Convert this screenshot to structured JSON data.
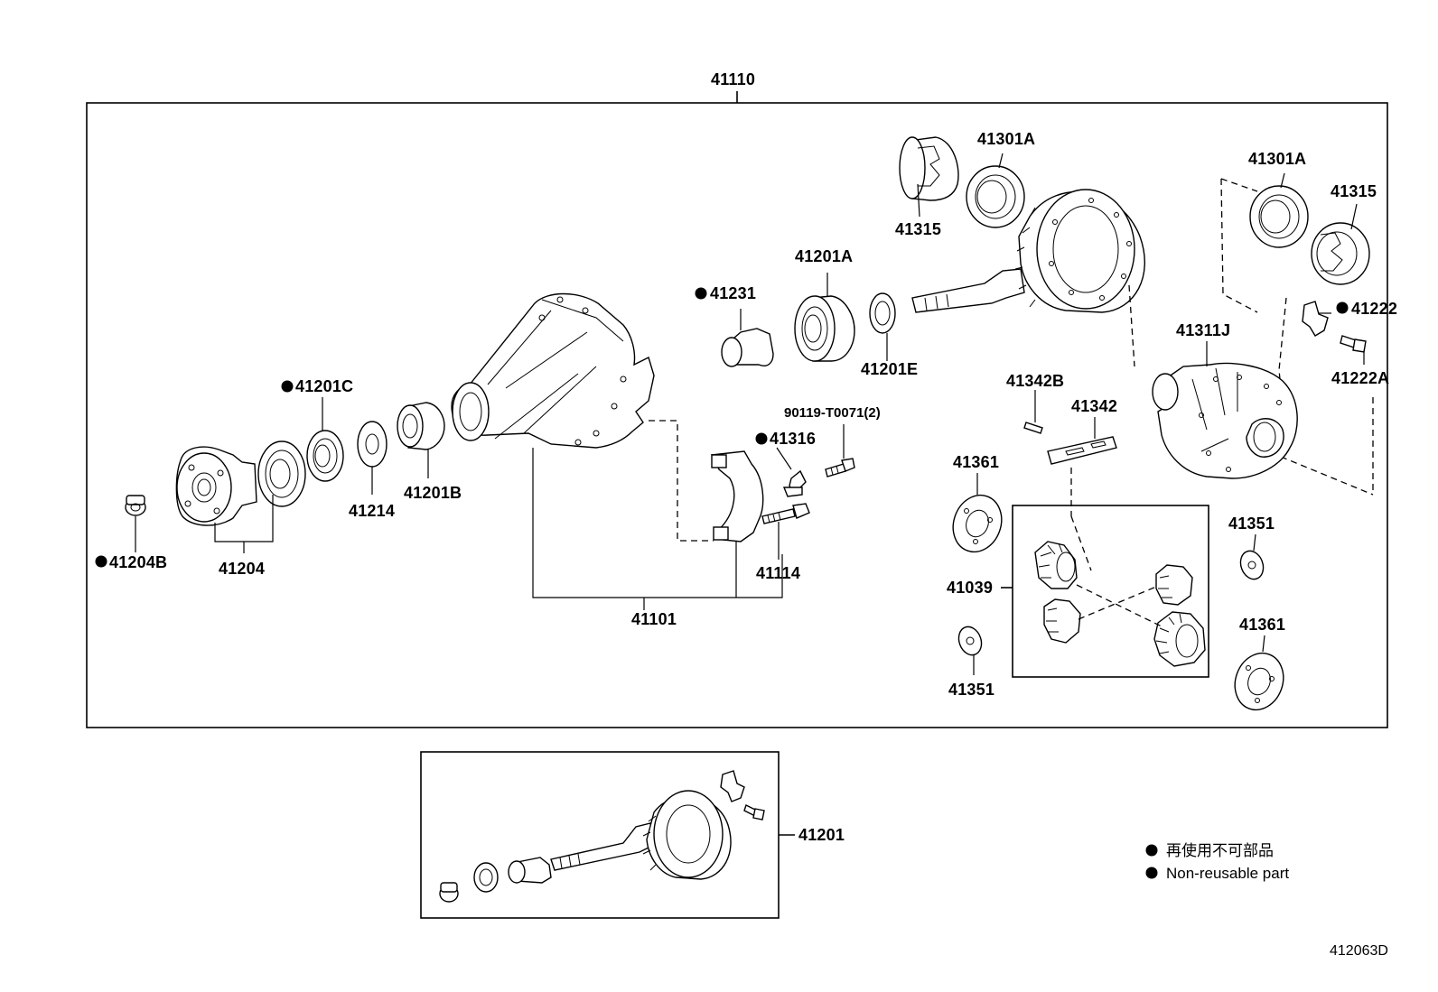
{
  "diagram": {
    "labels": {
      "p41110": "41110",
      "p41301A_a": "41301A",
      "p41315_a": "41315",
      "p41301A_b": "41301A",
      "p41315_b": "41315",
      "p41222": "41222",
      "p41222A": "41222A",
      "p41311J": "41311J",
      "p41201A": "41201A",
      "p41231": "41231",
      "p41201E": "41201E",
      "p41342B": "41342B",
      "p41342": "41342",
      "p41201C": "41201C",
      "p90119": "90119-T0071(2)",
      "p41316": "41316",
      "p41361_a": "41361",
      "p41351_a": "41351",
      "p41214": "41214",
      "p41201B": "41201B",
      "p41039": "41039",
      "p41114": "41114",
      "p41204B": "41204B",
      "p41204": "41204",
      "p41101": "41101",
      "p41361_b": "41361",
      "p41351_b": "41351",
      "p41201": "41201"
    },
    "legend": {
      "line_jp": "再使用不可部品",
      "line_en": "Non-reusable part"
    },
    "figure_code": "412063D"
  }
}
